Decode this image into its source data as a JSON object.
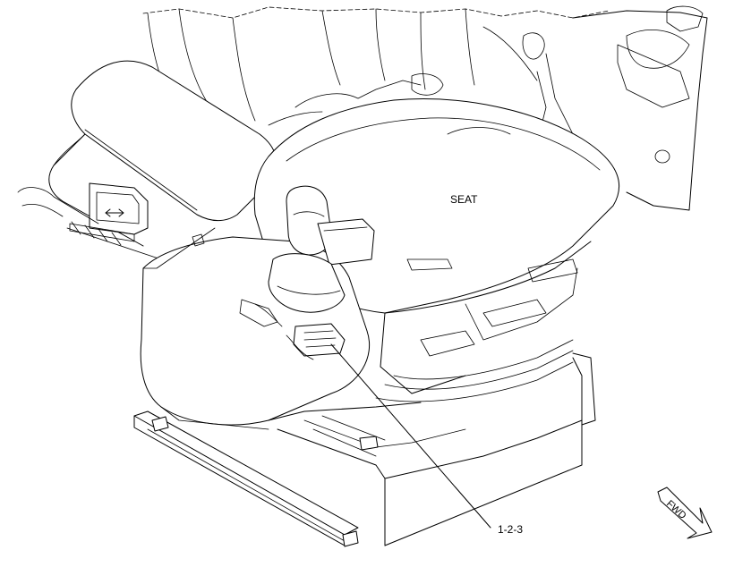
{
  "diagram": {
    "seat_label": "SEAT",
    "callout_label": "1-2-3",
    "fwd_label": "FWD"
  }
}
